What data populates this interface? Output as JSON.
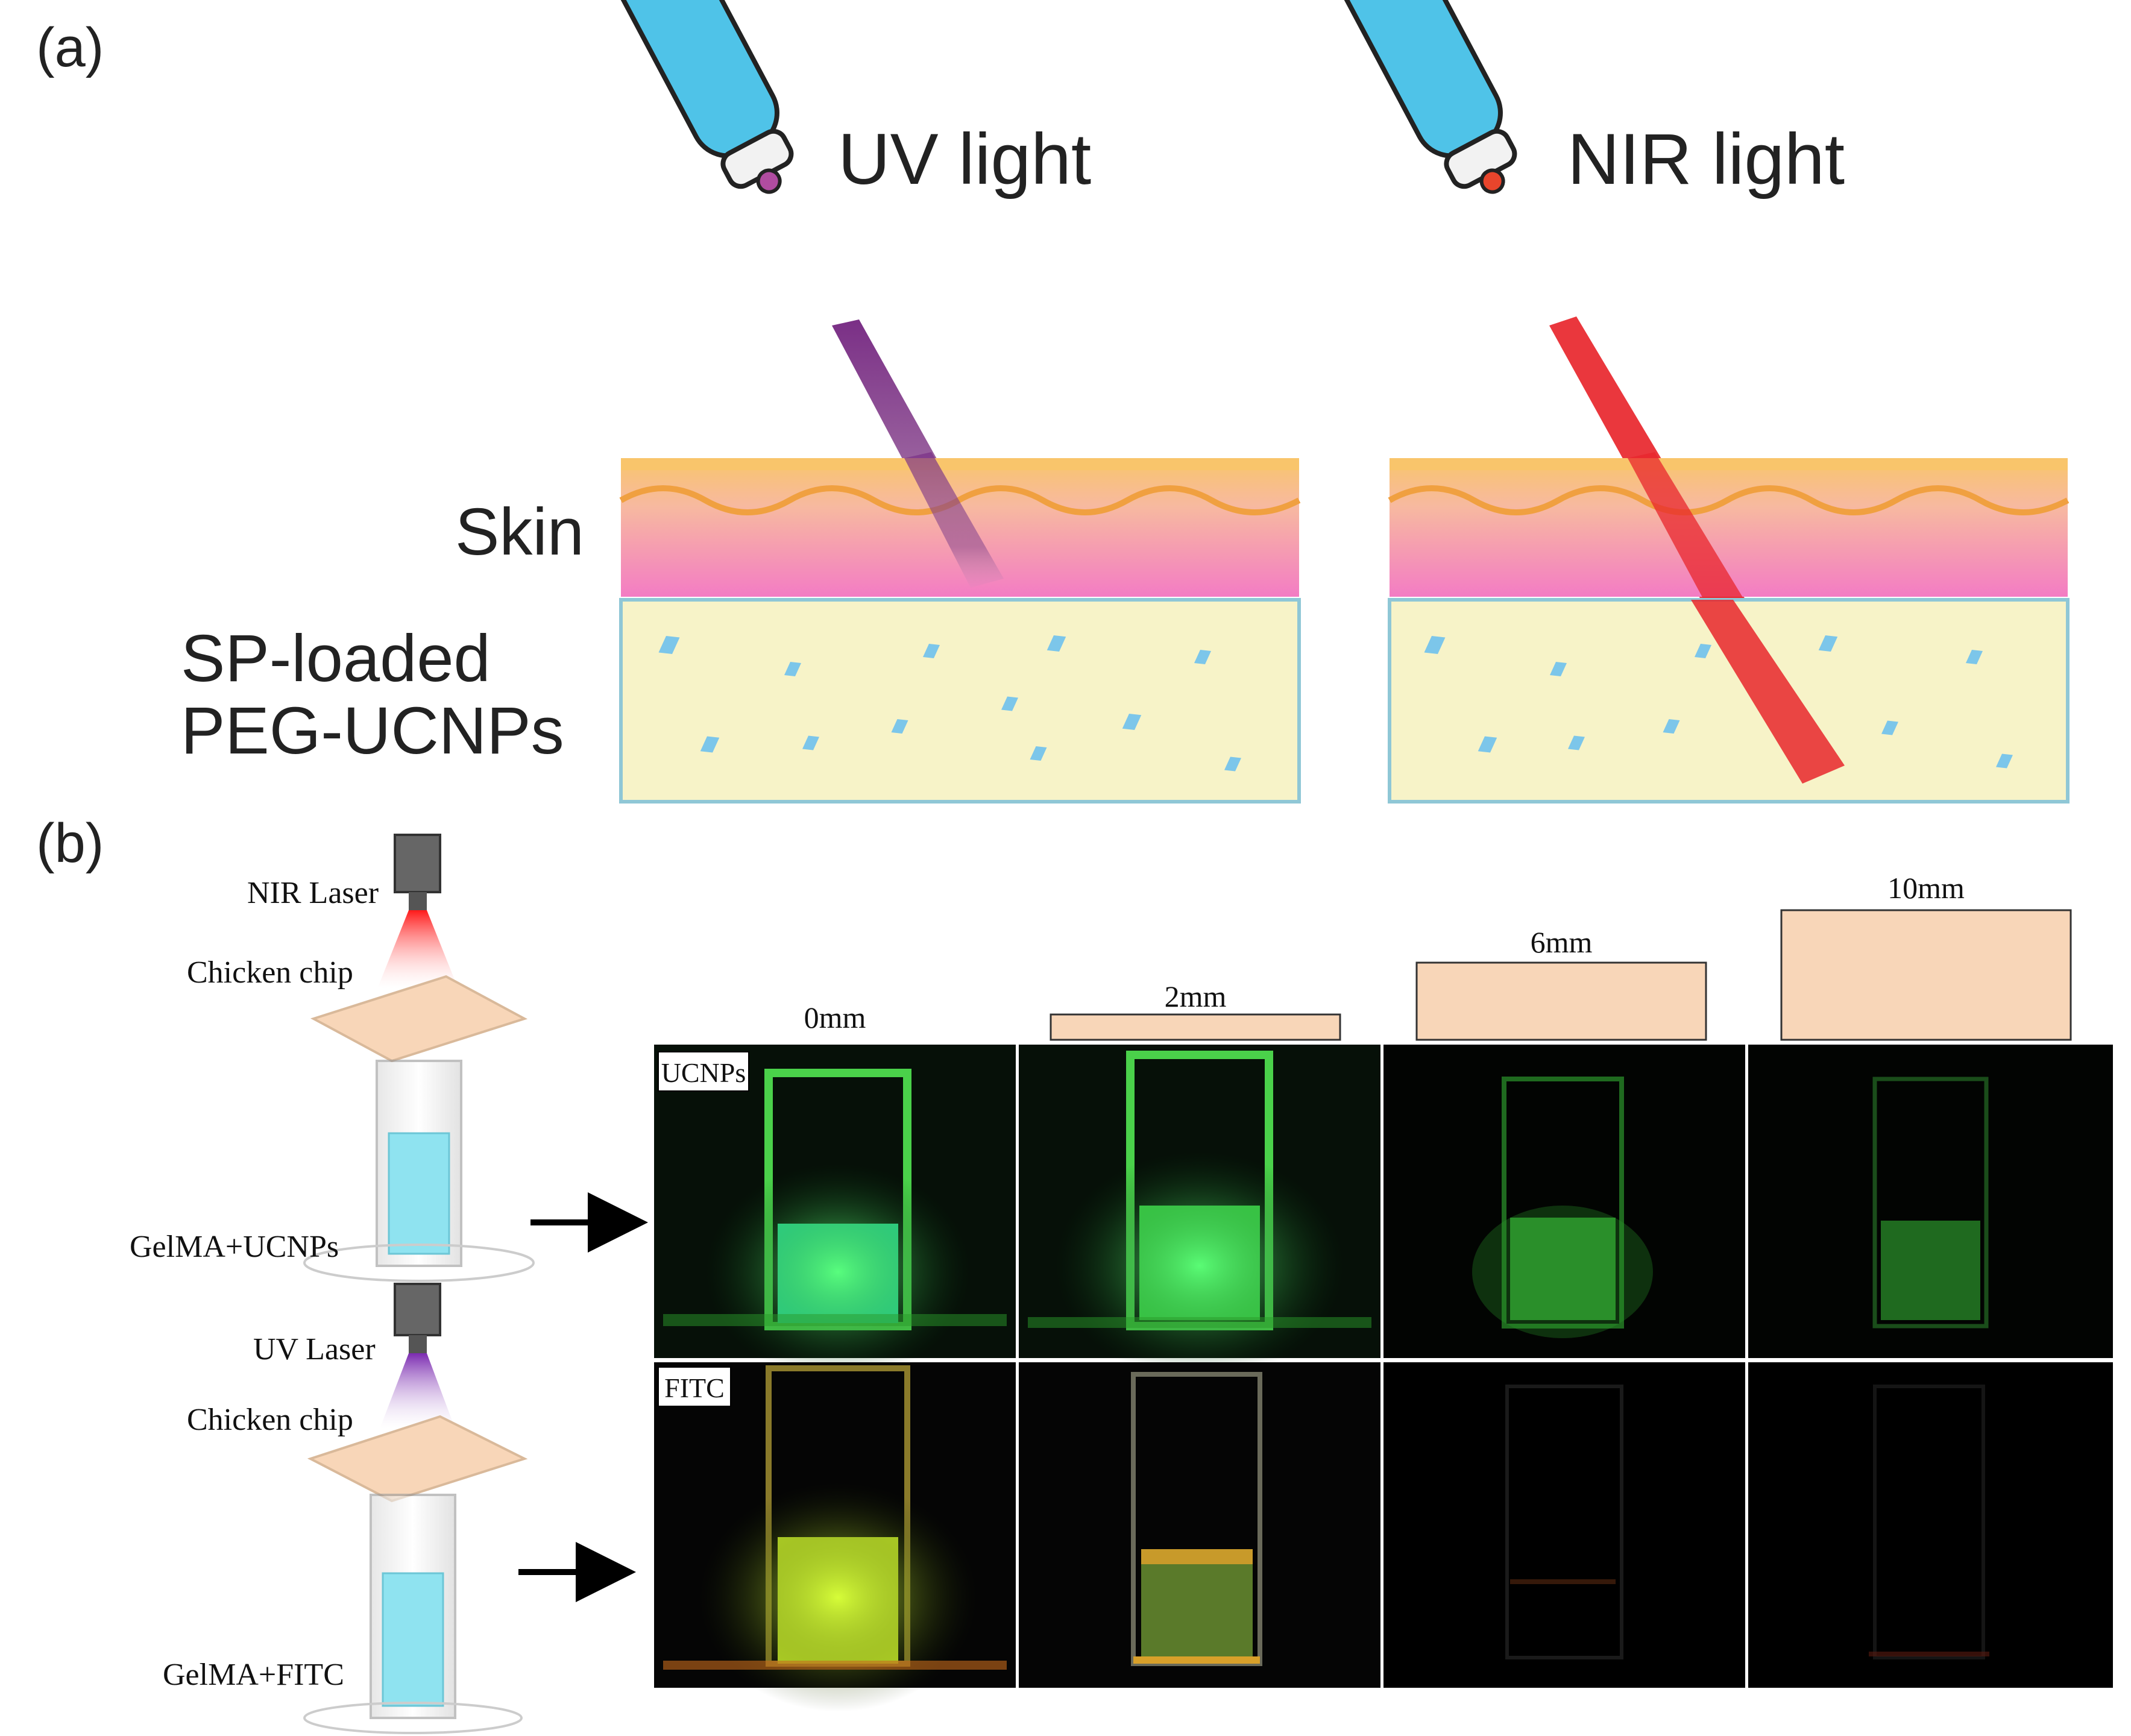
{
  "panel_a": {
    "label": "(a)",
    "uv_title": "UV light",
    "nir_title": "NIR light",
    "skin_label": "Skin",
    "sp_label_line1": "SP-loaded",
    "sp_label_line2": "PEG-UCNPs"
  },
  "panel_b": {
    "label": "(b)",
    "nir_laser": "NIR Laser",
    "chicken_chip_top": "Chicken chip",
    "gel_ucnps": "GelMA+UCNPs",
    "uv_laser": "UV Laser",
    "chicken_chip_bottom": "Chicken chip",
    "gel_fitc": "GelMA+FITC",
    "thickness_labels": [
      "0mm",
      "2mm",
      "6mm",
      "10mm"
    ],
    "row_labels": [
      "UCNPs",
      "FITC"
    ]
  },
  "colors": {
    "device_body": "#4fc3e8",
    "uv_beam": "#7a2f86",
    "nir_beam": "#e8262c",
    "skin_top": "#f5b55a",
    "skin_bottom": "#f47fc0",
    "tissue": "#f7f3c8",
    "crystal": "#7cc6ea",
    "chip": "#f8d6b8",
    "cuvette_fill": "#8fe3f0",
    "ucnp_glow": "#3fe24a",
    "fitc_glow": "#c9ec2a"
  }
}
